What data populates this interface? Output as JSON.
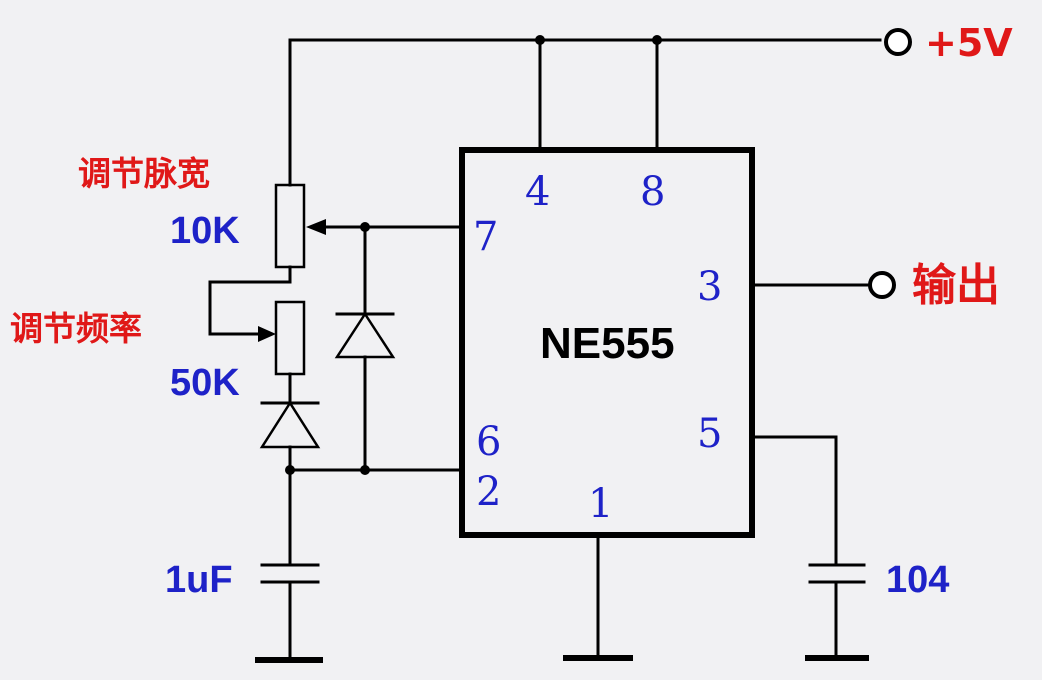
{
  "chip": {
    "name": "NE555",
    "pins": {
      "p4": "4",
      "p8": "8",
      "p7": "7",
      "p3": "3",
      "p6": "6",
      "p2": "2",
      "p5": "5",
      "p1": "1"
    }
  },
  "labels": {
    "vcc": "+5V",
    "output": "输出",
    "pulse_width": "调节脉宽",
    "frequency": "调节频率",
    "pot_top_value": "10K",
    "pot_bottom_value": "50K",
    "cap_timing": "1uF",
    "cap_control": "104"
  },
  "colors": {
    "wire": "#000000",
    "label_blue": "#1e22c8",
    "label_red": "#e01818",
    "background": "#f1f1f3"
  }
}
